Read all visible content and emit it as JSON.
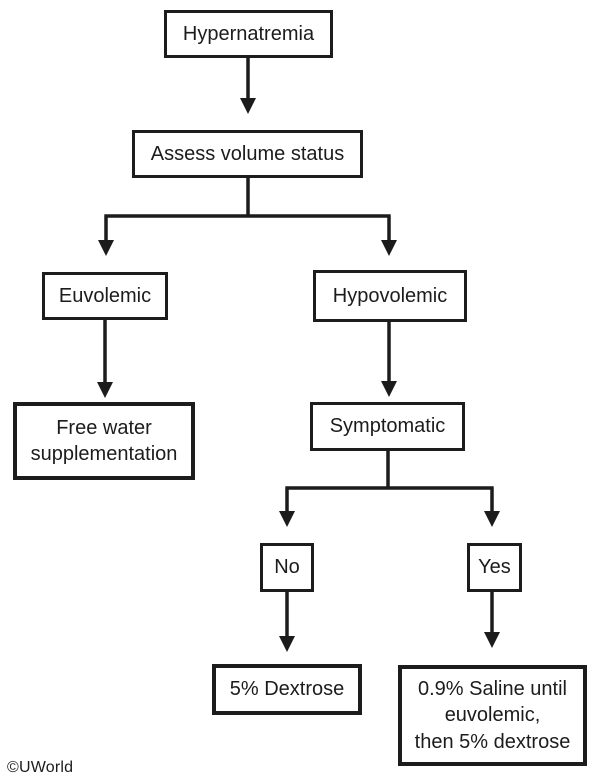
{
  "colors": {
    "ink": "#1c1c1c",
    "background": "#ffffff"
  },
  "flowchart": {
    "nodes": {
      "hypernatremia": {
        "label": "Hypernatremia"
      },
      "assess_volume": {
        "label": "Assess volume status"
      },
      "euvolemic": {
        "label": "Euvolemic"
      },
      "hypovolemic": {
        "label": "Hypovolemic"
      },
      "free_water": {
        "line1": "Free water",
        "line2": "supplementation"
      },
      "symptomatic": {
        "label": "Symptomatic"
      },
      "no": {
        "label": "No"
      },
      "yes": {
        "label": "Yes"
      },
      "dextrose": {
        "label": "5% Dextrose"
      },
      "saline": {
        "line1": "0.9% Saline until",
        "line2": "euvolemic,",
        "line3": "then 5% dextrose"
      }
    },
    "edges": [
      {
        "from": "Hypernatremia",
        "to": "Assess volume status"
      },
      {
        "from": "Assess volume status",
        "to": "Euvolemic"
      },
      {
        "from": "Assess volume status",
        "to": "Hypovolemic"
      },
      {
        "from": "Euvolemic",
        "to": "Free water supplementation"
      },
      {
        "from": "Hypovolemic",
        "to": "Symptomatic"
      },
      {
        "from": "Symptomatic",
        "to": "No"
      },
      {
        "from": "Symptomatic",
        "to": "Yes"
      },
      {
        "from": "No",
        "to": "5% Dextrose"
      },
      {
        "from": "Yes",
        "to": "0.9% Saline until euvolemic, then 5% dextrose"
      }
    ]
  },
  "footer": {
    "copyright": "©UWorld"
  }
}
